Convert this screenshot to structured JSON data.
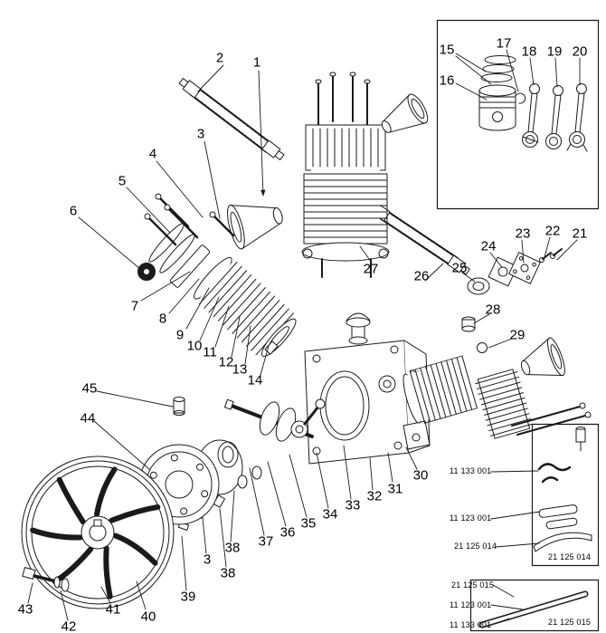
{
  "figure": {
    "kind": "exploded-parts-diagram",
    "description": "Exploded view of a two-cylinder belt-driven air compressor pump with numbered callouts",
    "line_color": "#1a1a1a",
    "background": "#ffffff"
  },
  "callouts": [
    "2",
    "1",
    "3",
    "4",
    "5",
    "6",
    "7",
    "8",
    "9",
    "10",
    "11",
    "12",
    "13",
    "14",
    "15",
    "16",
    "17",
    "18",
    "19",
    "20",
    "21",
    "22",
    "23",
    "24",
    "25",
    "26",
    "27",
    "28",
    "29",
    "30",
    "31",
    "32",
    "33",
    "34",
    "35",
    "36",
    "37",
    "38",
    "3",
    "38",
    "39",
    "40",
    "41",
    "42",
    "43",
    "44",
    "45"
  ],
  "part_numbers": [
    "11 133 001",
    "11 123 001",
    "21 125 014",
    "21 125 014",
    "21 125 015",
    "11 123 001",
    "11 133 001",
    "21 125 015"
  ]
}
